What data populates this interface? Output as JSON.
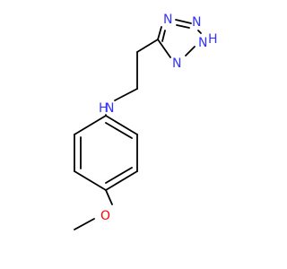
{
  "molecule": {
    "atom_labels": {
      "ring_n1": "N",
      "ring_n2": "N",
      "ring_nh": "N",
      "ring_nh_h": "H",
      "ring_n4": "N",
      "amine_n": "N",
      "amine_h": "H",
      "ether_o": "O"
    }
  },
  "colors": {
    "bond": "#000000",
    "nitrogen": "#3333ff",
    "oxygen": "#ff0000"
  }
}
